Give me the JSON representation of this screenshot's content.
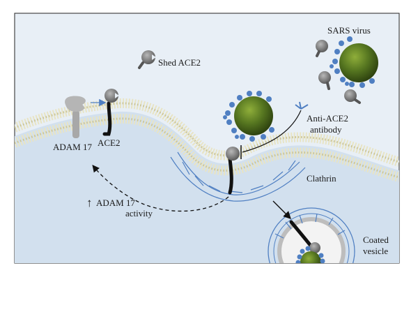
{
  "labels": {
    "sars_virus": "SARS virus",
    "shed_ace2": "Shed ACE2",
    "anti_ace2_line1": "Anti-ACE2",
    "anti_ace2_line2": "antibody",
    "adam17": "ADAM 17",
    "ace2": "ACE2",
    "clathrin": "Clathrin",
    "adam17_activity_arrow": "↑",
    "adam17_activity_line1": "ADAM 17",
    "adam17_activity_line2": "activity",
    "coated_vesicle_line1": "Coated",
    "coated_vesicle_line2": "vesicle"
  },
  "colors": {
    "extracellular": "#e6eef6",
    "cytoplasm": "#d3e1ef",
    "membrane_head": "#e9e6c8",
    "membrane_tail": "#cfcaa0",
    "virus_core": "#5a7a1e",
    "virus_spike": "#4f7fc2",
    "clathrin_line": "#4f7fc2",
    "receptor_grey": "#8a8a8a",
    "receptor_stalk": "#111111"
  }
}
